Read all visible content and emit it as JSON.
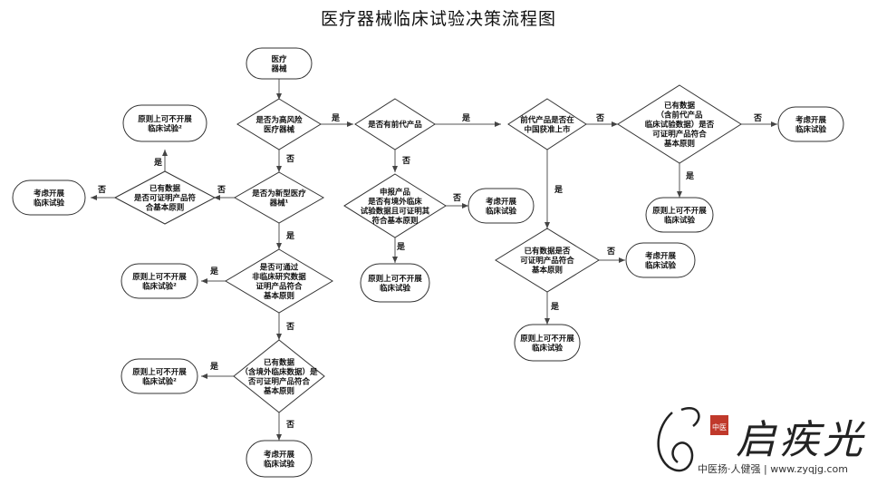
{
  "title": "医疗器械临床试验决策流程图",
  "nodes": [
    {
      "id": "start",
      "shape": "round",
      "lines": [
        "医疗",
        "器械"
      ]
    },
    {
      "id": "d_high",
      "shape": "diamond",
      "lines": [
        "是否为高风险",
        "医疗器械"
      ]
    },
    {
      "id": "d_new",
      "shape": "diamond",
      "lines": [
        "是否为新型医疗",
        "器械¹"
      ]
    },
    {
      "id": "d_evid_l",
      "shape": "diamond",
      "lines": [
        "已有数据",
        "是否可证明产品符",
        "合基本原则"
      ]
    },
    {
      "id": "r_no1",
      "shape": "round",
      "lines": [
        "原则上可不开展",
        "临床试验²"
      ]
    },
    {
      "id": "r_con1",
      "shape": "round",
      "lines": [
        "考虑开展",
        "临床试验"
      ]
    },
    {
      "id": "d_nonclin",
      "shape": "diamond",
      "lines": [
        "是否可通过",
        "非临床研究数据",
        "证明产品符合",
        "基本原则"
      ]
    },
    {
      "id": "r_no2",
      "shape": "round",
      "lines": [
        "原则上可不开展",
        "临床试验²"
      ]
    },
    {
      "id": "d_overseas",
      "shape": "diamond",
      "lines": [
        "已有数据",
        "（含境外临床数据）是",
        "否可证明产品符合",
        "基本原则"
      ]
    },
    {
      "id": "r_no3",
      "shape": "round",
      "lines": [
        "原则上可不开展",
        "临床试验²"
      ]
    },
    {
      "id": "r_con2",
      "shape": "round",
      "lines": [
        "考虑开展",
        "临床试验"
      ]
    },
    {
      "id": "d_pred",
      "shape": "diamond",
      "lines": [
        "是否有前代产品"
      ]
    },
    {
      "id": "d_report",
      "shape": "diamond",
      "lines": [
        "申报产品",
        "是否有境外临床",
        "试验数据且可证明其",
        "符合基本原则"
      ]
    },
    {
      "id": "r_con3",
      "shape": "round",
      "lines": [
        "考虑开展",
        "临床试验"
      ]
    },
    {
      "id": "r_no4",
      "shape": "round",
      "lines": [
        "原则上可不开展",
        "临床试验"
      ]
    },
    {
      "id": "d_china",
      "shape": "diamond",
      "lines": [
        "前代产品是否在",
        "中国获准上市"
      ]
    },
    {
      "id": "d_evid_m",
      "shape": "diamond",
      "lines": [
        "已有数据是否",
        "可证明产品符合",
        "基本原则"
      ]
    },
    {
      "id": "r_con4",
      "shape": "round",
      "lines": [
        "考虑开展",
        "临床试验"
      ]
    },
    {
      "id": "r_no5",
      "shape": "round",
      "lines": [
        "原则上可不开展",
        "临床试验"
      ]
    },
    {
      "id": "d_pred_data",
      "shape": "diamond",
      "lines": [
        "已有数据",
        "（含前代产品",
        "临床试验数据）是否",
        "可证明产品符合",
        "基本原则"
      ]
    },
    {
      "id": "r_no6",
      "shape": "round",
      "lines": [
        "原则上可不开展",
        "临床试验"
      ]
    },
    {
      "id": "r_con5",
      "shape": "round",
      "lines": [
        "考虑开展",
        "临床试验"
      ]
    }
  ],
  "edge_labels": {
    "yes": "是",
    "no": "否"
  },
  "watermark": {
    "seal_text": "中医",
    "brand": "启疾光",
    "tagline": "中医扬·人健强 | www.zyqjg.com"
  }
}
